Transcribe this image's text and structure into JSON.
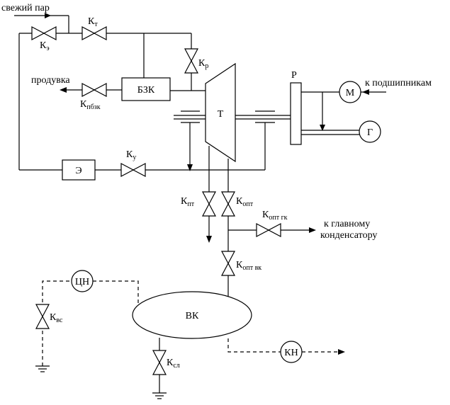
{
  "labels": {
    "fresh_steam": "свежий пар",
    "blowdown": "продувка",
    "to_bearings": "к подшипникам",
    "to_main_condenser_1": "к главному",
    "to_main_condenser_2": "конденсатору"
  },
  "equipment": {
    "bzk": "БЗК",
    "turbine": "Т",
    "ejector": "Э",
    "reducer": "Р",
    "motor": "М",
    "generator": "Г",
    "circ_pump": "ЦН",
    "aux_condenser": "ВК",
    "cond_pump": "КН"
  },
  "valves": {
    "ke": {
      "main": "К",
      "sub": "э"
    },
    "kt": {
      "main": "К",
      "sub": "т"
    },
    "kr": {
      "main": "К",
      "sub": "р"
    },
    "kpbzk": {
      "main": "К",
      "sub": "пбзк"
    },
    "ku": {
      "main": "К",
      "sub": "у"
    },
    "kpt": {
      "main": "К",
      "sub": "пт"
    },
    "kopt": {
      "main": "К",
      "sub": "опт"
    },
    "kopt_gk": {
      "main": "К",
      "sub": "опт гк"
    },
    "kopt_vk": {
      "main": "К",
      "sub": "опт вк"
    },
    "kvs": {
      "main": "К",
      "sub": "вс"
    },
    "ksl": {
      "main": "К",
      "sub": "сл"
    }
  }
}
